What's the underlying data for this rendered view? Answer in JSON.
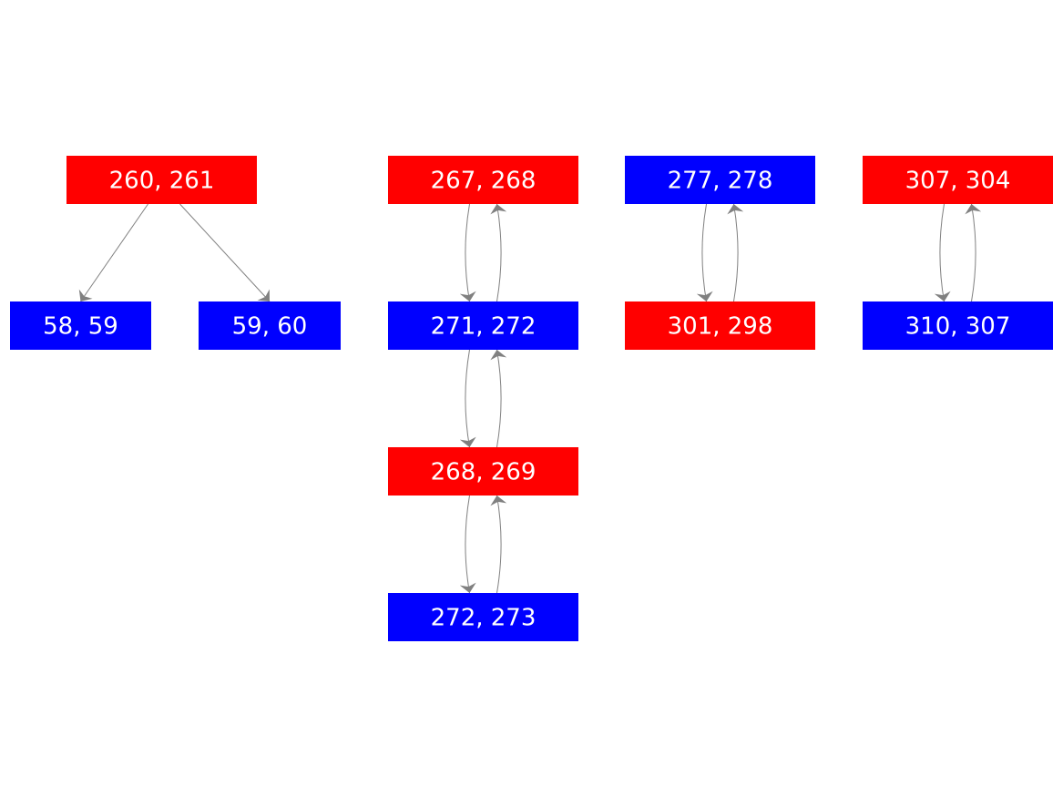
{
  "colors": {
    "red": "#ff0000",
    "blue": "#0000ff",
    "edge": "#808080",
    "text": "#ffffff"
  },
  "nodes": [
    {
      "id": "n260",
      "label": "260, 261",
      "color": "red"
    },
    {
      "id": "n58",
      "label": "58, 59",
      "color": "blue"
    },
    {
      "id": "n59",
      "label": "59, 60",
      "color": "blue"
    },
    {
      "id": "n267",
      "label": "267, 268",
      "color": "red"
    },
    {
      "id": "n271",
      "label": "271, 272",
      "color": "blue"
    },
    {
      "id": "n268",
      "label": "268, 269",
      "color": "red"
    },
    {
      "id": "n272",
      "label": "272, 273",
      "color": "blue"
    },
    {
      "id": "n277",
      "label": "277, 278",
      "color": "blue"
    },
    {
      "id": "n301",
      "label": "301, 298",
      "color": "red"
    },
    {
      "id": "n307",
      "label": "307, 304",
      "color": "red"
    },
    {
      "id": "n310",
      "label": "310, 307",
      "color": "blue"
    }
  ],
  "edges": [
    {
      "from": "n260",
      "to": "n58"
    },
    {
      "from": "n260",
      "to": "n59"
    },
    {
      "from": "n267",
      "to": "n271"
    },
    {
      "from": "n271",
      "to": "n267"
    },
    {
      "from": "n271",
      "to": "n268"
    },
    {
      "from": "n268",
      "to": "n271"
    },
    {
      "from": "n268",
      "to": "n272"
    },
    {
      "from": "n272",
      "to": "n268"
    },
    {
      "from": "n277",
      "to": "n301"
    },
    {
      "from": "n301",
      "to": "n277"
    },
    {
      "from": "n307",
      "to": "n310"
    },
    {
      "from": "n310",
      "to": "n307"
    }
  ]
}
